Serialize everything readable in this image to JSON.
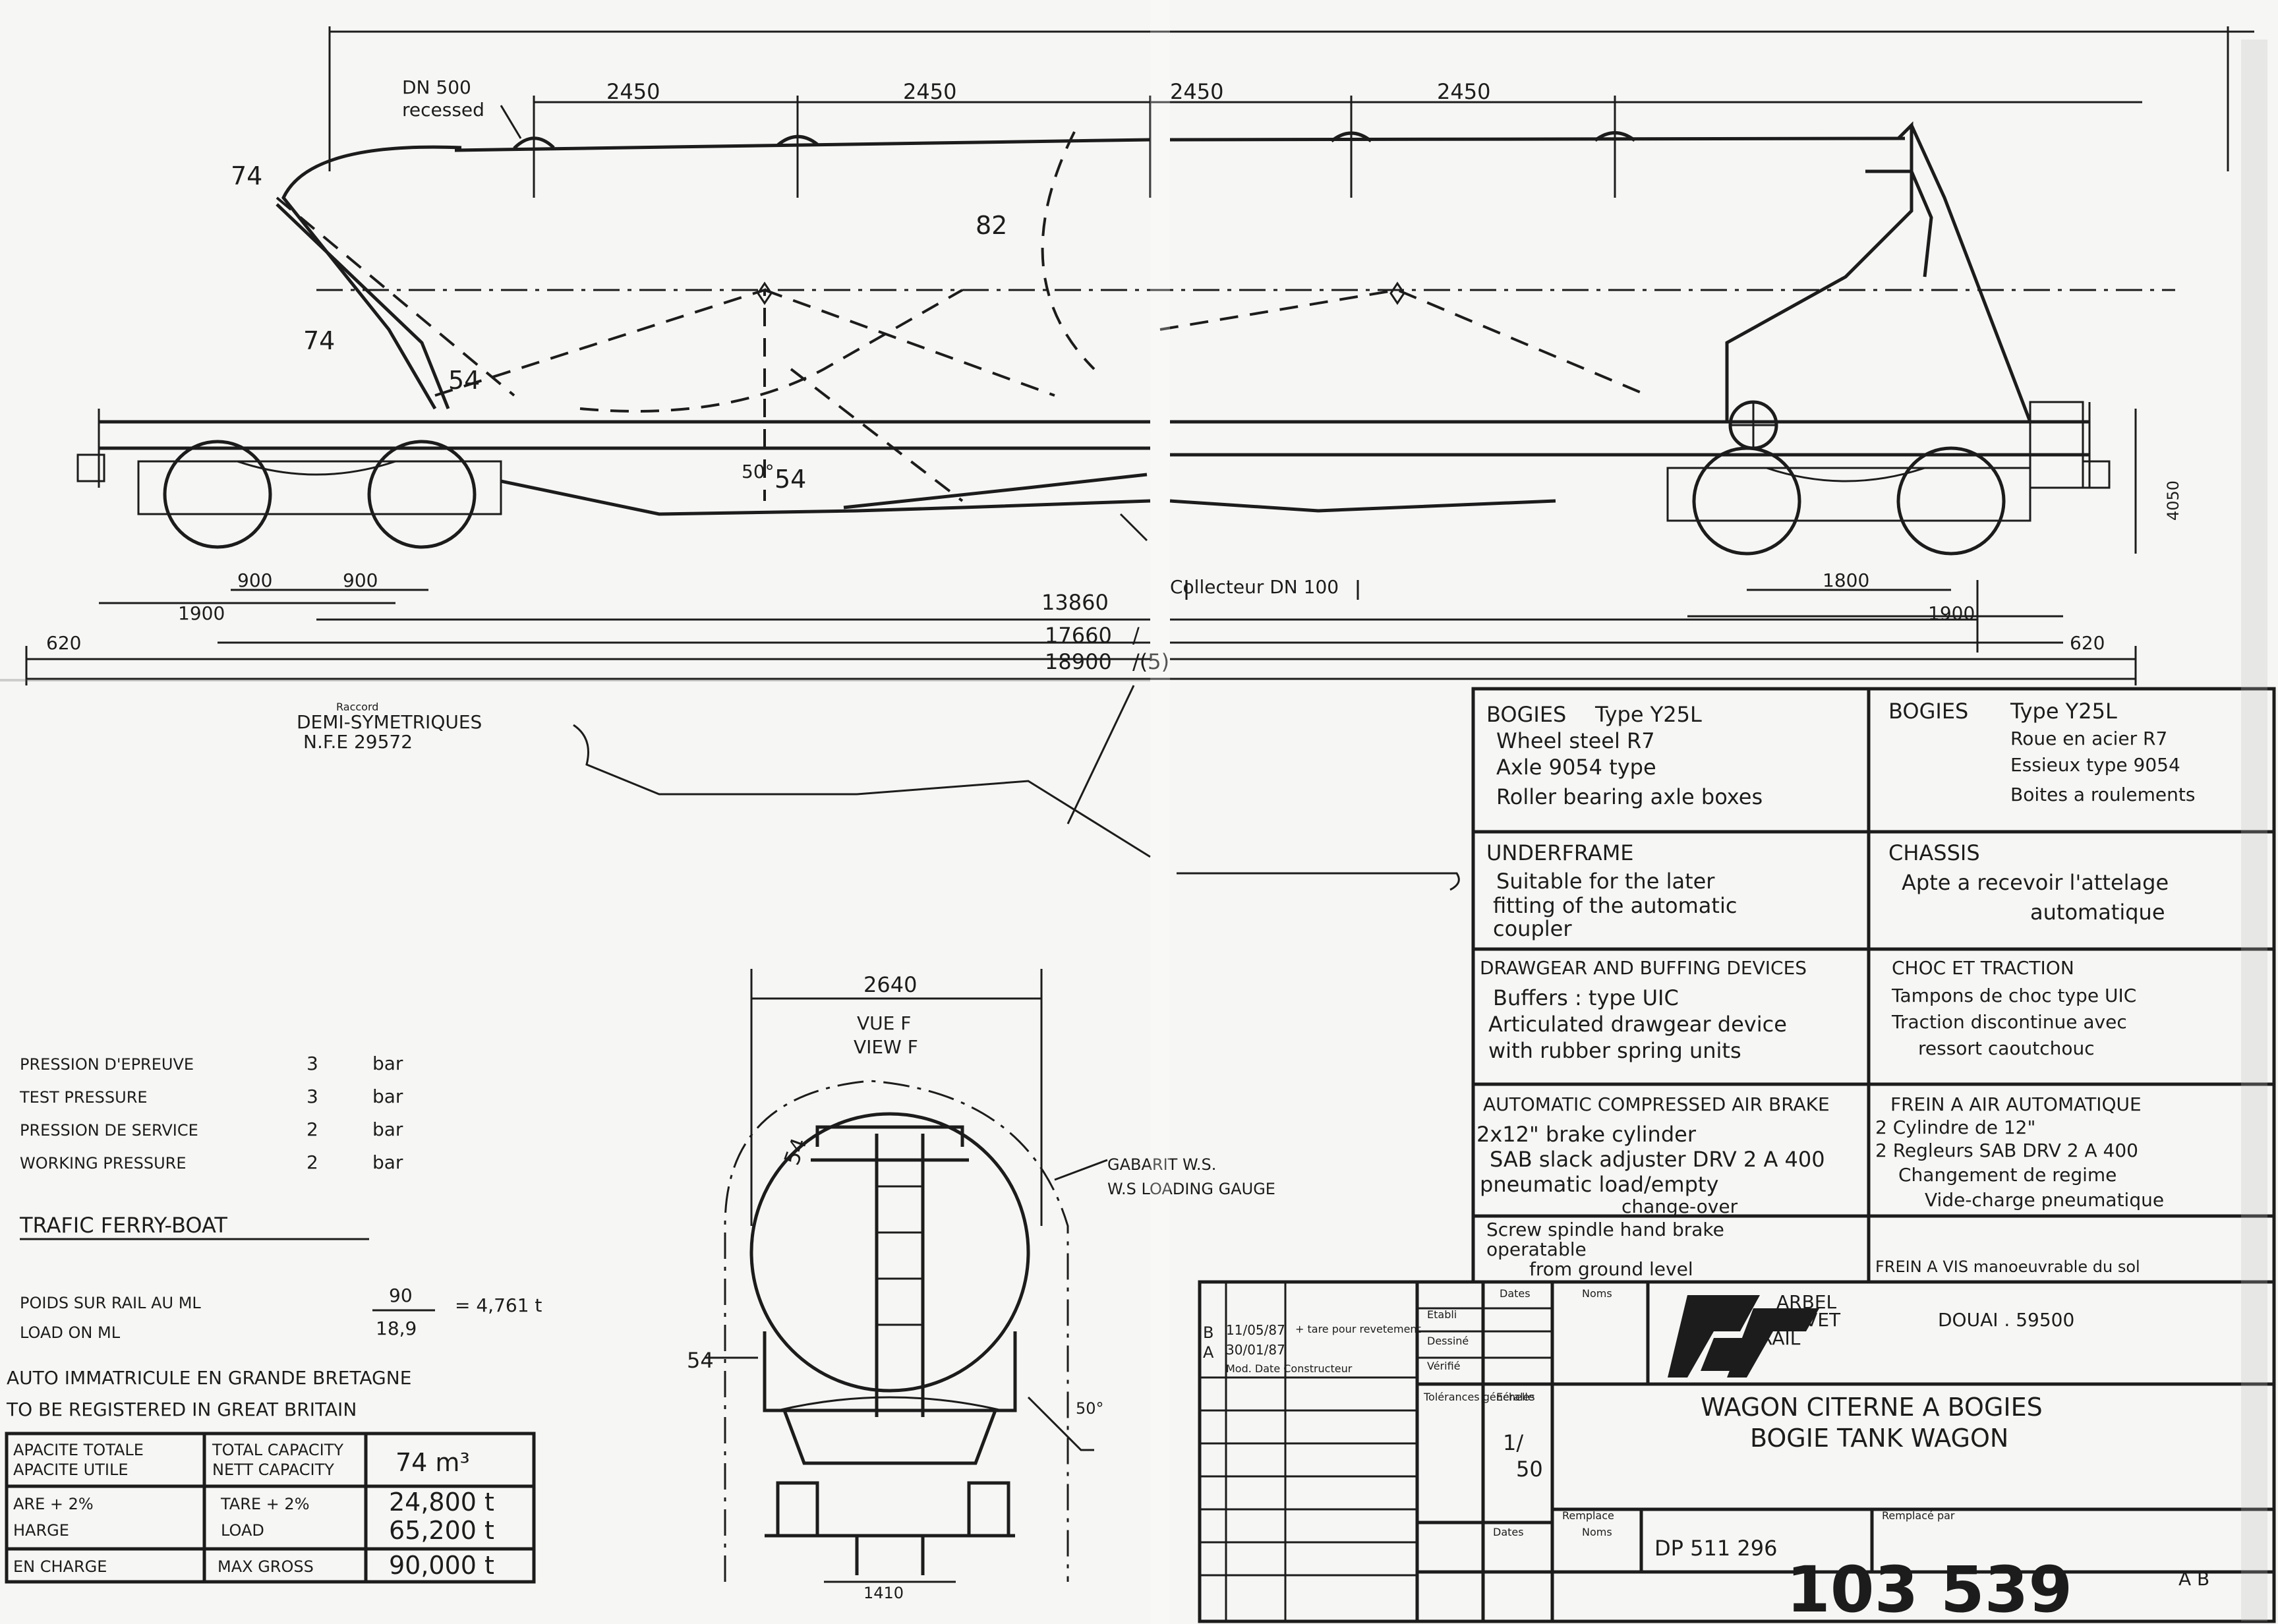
{
  "side_view": {
    "hatch_label": [
      "DN 500",
      "recessed"
    ],
    "hatch_spacing": "2450",
    "dims": {
      "d74a": "74",
      "d74b": "74",
      "d54a": "54",
      "d54b": "54",
      "d82": "82",
      "angle50": "50°",
      "d900": "900",
      "d1900": "1900",
      "d1800": "1800",
      "d13860": "13860",
      "d17660": "17660",
      "d18900": "18900",
      "d620": "620",
      "d4050": "4050",
      "frag_17660": "/",
      "frag_18900": "/(5)",
      "d2640": "2640"
    },
    "collector": "Collecteur DN 100",
    "raccord": [
      "Raccord",
      "DEMI-SYMETRIQUES",
      "N.F.E 29572"
    ]
  },
  "end_view": {
    "title": [
      "VUE F",
      "VIEW F"
    ],
    "gauge": [
      "GABARIT W.S.",
      "W.S LOADING GAUGE"
    ],
    "dims": {
      "d54a": "54",
      "d54b": "54",
      "angle50": "50°",
      "bottom": "1410"
    }
  },
  "pressures": [
    {
      "label": "PRESSION D'EPREUVE",
      "value": "3",
      "unit": "bar"
    },
    {
      "label": "TEST PRESSURE",
      "value": "3",
      "unit": "bar"
    },
    {
      "label": "PRESSION DE SERVICE",
      "value": "2",
      "unit": "bar"
    },
    {
      "label": "WORKING PRESSURE",
      "value": "2",
      "unit": "bar"
    }
  ],
  "traffic": "TRAFIC FERRY-BOAT",
  "load_line": {
    "label_fr": "POIDS SUR RAIL AU ML",
    "label_en": "LOAD ON ML",
    "numerator": "90",
    "denominator": "18,9",
    "result": "= 4,761 t"
  },
  "registration": [
    "AUTO IMMATRICULE EN GRANDE BRETAGNE",
    "TO BE REGISTERED IN GREAT BRITAIN"
  ],
  "capacity_table": [
    {
      "fr": [
        "APACITE TOTALE",
        "APACITE UTILE"
      ],
      "en": [
        "TOTAL CAPACITY",
        "NETT CAPACITY"
      ],
      "value": "74 m³"
    },
    {
      "fr": [
        "ARE + 2%",
        "HARGE"
      ],
      "en": [
        "TARE + 2%",
        "LOAD"
      ],
      "value": [
        "24,800 t",
        "65,200 t"
      ]
    },
    {
      "fr": [
        "EN CHARGE"
      ],
      "en": [
        "MAX GROSS"
      ],
      "value": "90,000 t"
    }
  ],
  "spec_table": [
    {
      "en_title": "BOGIES",
      "en_lines": [
        "Type Y25L",
        "Wheel steel R7",
        "Axle 9054 type",
        "Roller bearing axle boxes"
      ],
      "fr_title": "BOGIES",
      "fr_lines": [
        "Type Y25L",
        "Roue en acier R7",
        "Essieux type 9054",
        "Boites a roulements"
      ]
    },
    {
      "en_title": "UNDERFRAME",
      "en_lines": [
        "Suitable for the later",
        "fitting of the automatic",
        "coupler"
      ],
      "fr_title": "CHASSIS",
      "fr_lines": [
        "Apte a recevoir l'attelage",
        "automatique"
      ]
    },
    {
      "en_title": "DRAWGEAR AND BUFFING DEVICES",
      "en_lines": [
        "Buffers : type UIC",
        "Articulated drawgear device",
        "with rubber spring units"
      ],
      "fr_title": "CHOC ET TRACTION",
      "fr_lines": [
        "Tampons de choc type UIC",
        "Traction discontinue avec",
        "ressort caoutchouc"
      ]
    },
    {
      "en_title": "AUTOMATIC COMPRESSED AIR BRAKE",
      "en_lines": [
        "2x12\" brake cylinder",
        "SAB slack adjuster DRV 2 A 400",
        "pneumatic load/empty",
        "change-over"
      ],
      "fr_title": "FREIN A AIR AUTOMATIQUE",
      "fr_lines": [
        "2 Cylindre de 12\"",
        "2 Regleurs SAB DRV 2 A 400",
        "Changement de regime",
        "Vide-charge pneumatique"
      ]
    },
    {
      "en_title": "",
      "en_lines": [
        "Screw spindle hand brake",
        "operatable",
        "from ground level"
      ],
      "fr_title": "",
      "fr_lines": [
        "FREIN A VIS manoeuvrable du sol"
      ]
    }
  ],
  "title_block": {
    "revisions": [
      {
        "letter": "B",
        "date": "11/05/87",
        "note": "+ tare pour revetement"
      },
      {
        "letter": "A",
        "date": "30/01/87",
        "note": ""
      }
    ],
    "revision_caption": "Mod. Date Constructeur",
    "role_labels": [
      "Etabli",
      "Dessiné",
      "Vérifié"
    ],
    "col_headers": {
      "dates": "Dates",
      "noms": "Noms",
      "tolerance": "Tolérances générales",
      "echelle": "Echelle"
    },
    "scale": [
      "1/",
      "50"
    ],
    "company": [
      "ARBEL",
      "FAUVET",
      "RAIL"
    ],
    "city": "DOUAI . 59500",
    "title_fr": "WAGON CITERNE A BOGIES",
    "title_en": "BOGIE TANK WAGON",
    "remplace": "Remplace",
    "remplace_par": "Remplacé par",
    "dp_number": "DP 511 296",
    "drawing_number": "103 539",
    "rev_markers": "A B"
  }
}
